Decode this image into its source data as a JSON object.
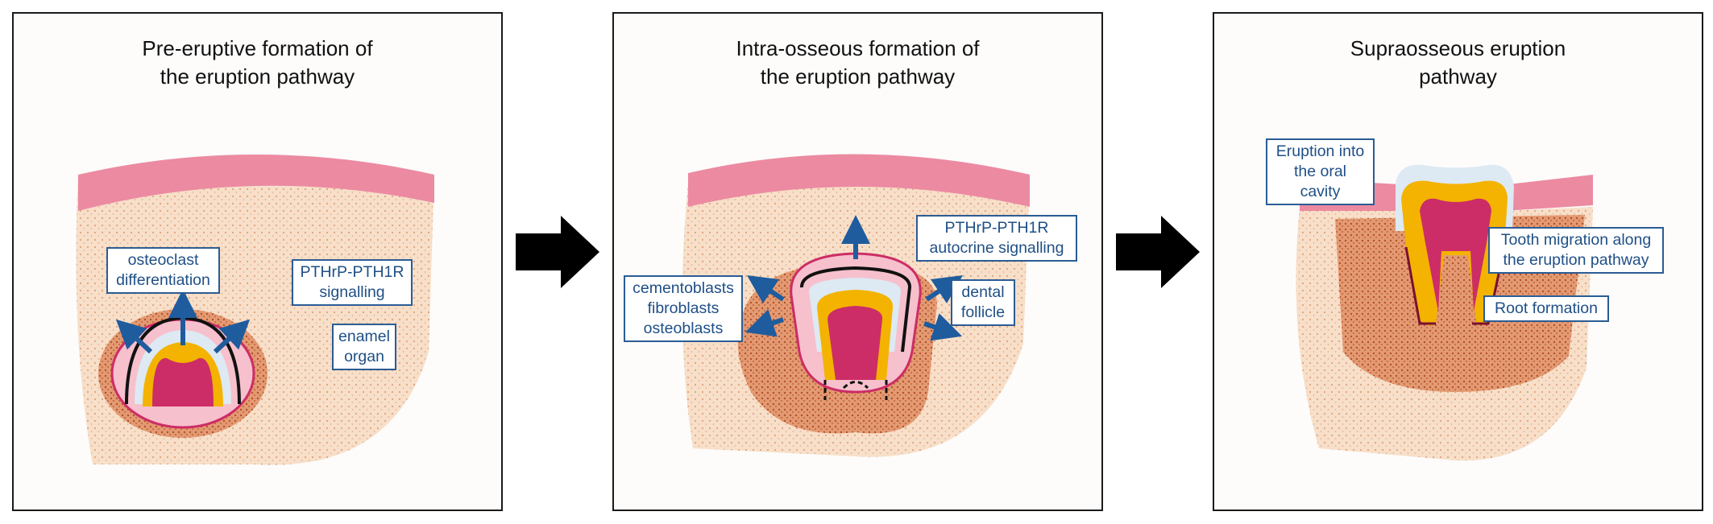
{
  "panels": [
    {
      "title": "Pre-eruptive formation of\nthe eruption pathway",
      "labels": {
        "osteoclast": "osteoclast\ndifferentiation",
        "pthrp": "PTHrP-PTH1R\nsignalling",
        "enamel": "enamel\norgan"
      }
    },
    {
      "title": "Intra-osseous formation of\nthe eruption pathway",
      "labels": {
        "cells": "cementoblasts\nfibroblasts\nosteoblasts",
        "pthrp": "PTHrP-PTH1R\nautocrine signalling",
        "follicle": "dental\nfollicle"
      }
    },
    {
      "title": "Supraosseous eruption\npathway",
      "labels": {
        "oral": "Eruption into\nthe oral cavity",
        "migration": "Tooth migration along\nthe eruption pathway",
        "root": "Root formation"
      }
    }
  ],
  "colors": {
    "gingiva": "#ec8aa2",
    "gingiva_light": "#f6c0cc",
    "bone": "#f6dcc4",
    "follicle": "#e0926a",
    "enamel_cap": "#dde9f3",
    "dentin": "#f3b300",
    "pulp": "#cc2d66",
    "arrow_blue": "#1f5c9e",
    "label_border": "#2b5c94"
  },
  "icons": [
    "right-arrow-icon",
    "up-arrow-icon"
  ]
}
